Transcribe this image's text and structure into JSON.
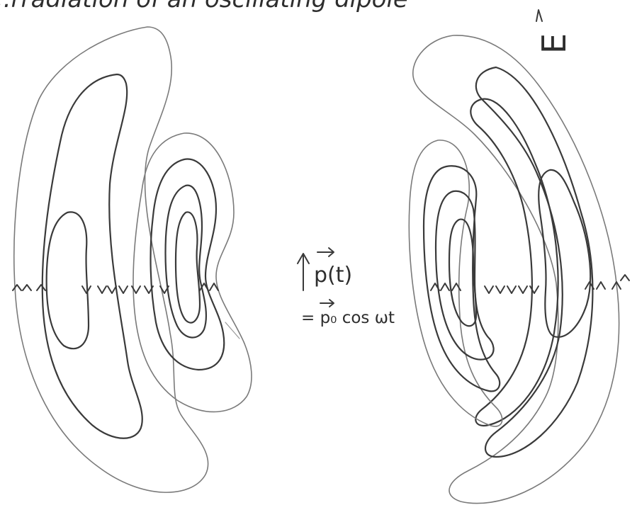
{
  "header_partial": "..rradiation of an oscillating dipole",
  "field_symbol": "E",
  "dipole": {
    "moment_label": "p(t)",
    "formula": "= p₀ cos ωt"
  }
}
